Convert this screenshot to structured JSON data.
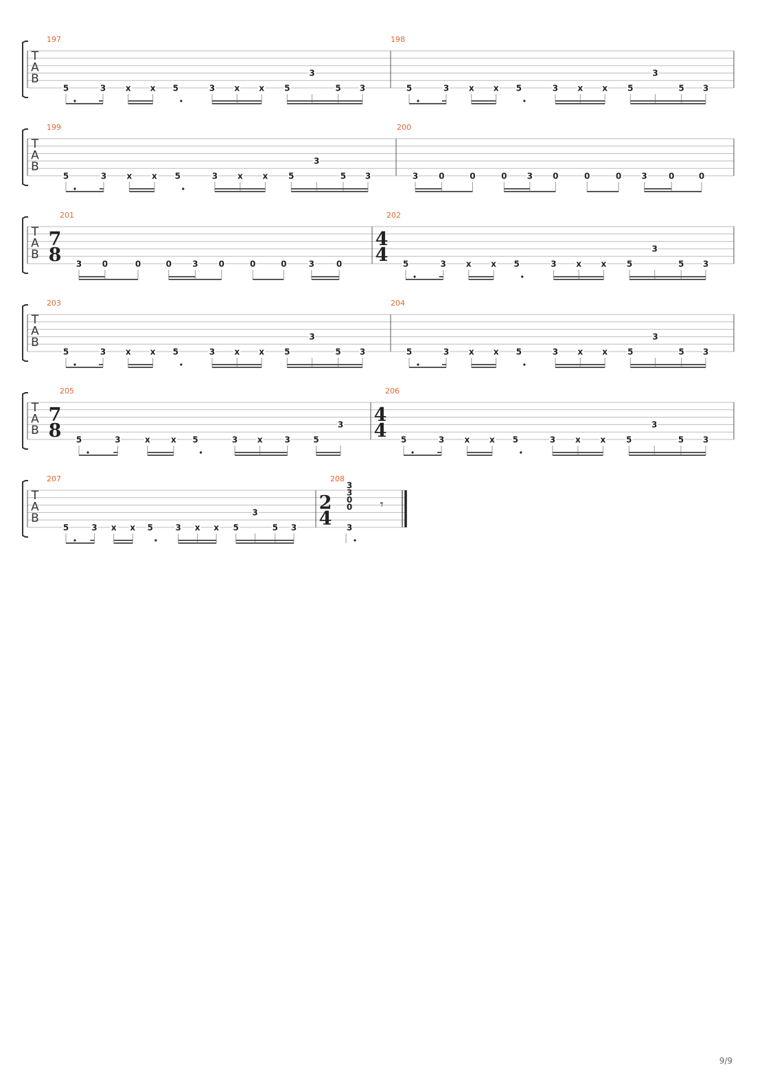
{
  "page_number": "9/9",
  "tab_labels": [
    "T",
    "A",
    "B"
  ],
  "rest_glyph": "𝄾",
  "systems": [
    {
      "measures": [
        {
          "number": "197",
          "beats": [
            {
              "n": [
                "5"
              ]
            },
            {
              "n": [
                "3"
              ]
            },
            {
              "n": [
                "x"
              ]
            },
            {
              "n": [
                "x"
              ]
            },
            {
              "n": [
                "5"
              ]
            },
            {
              "n": [
                "3"
              ]
            },
            {
              "n": [
                "x"
              ]
            },
            {
              "n": [
                "x"
              ]
            },
            {
              "n": [
                "5"
              ]
            },
            {
              "n": [
                "3"
              ],
              "hi": true
            },
            {
              "n": [
                "5"
              ]
            },
            {
              "n": [
                "3"
              ]
            }
          ],
          "beams": [
            [
              0,
              1,
              "dot"
            ],
            [
              2,
              3,
              "double"
            ],
            [
              4,
              4,
              "dotonly"
            ],
            [
              5,
              7,
              "double"
            ],
            [
              8,
              11,
              "double"
            ]
          ]
        },
        {
          "number": "198",
          "beats": [
            {
              "n": [
                "5"
              ]
            },
            {
              "n": [
                "3"
              ]
            },
            {
              "n": [
                "x"
              ]
            },
            {
              "n": [
                "x"
              ]
            },
            {
              "n": [
                "5"
              ]
            },
            {
              "n": [
                "3"
              ]
            },
            {
              "n": [
                "x"
              ]
            },
            {
              "n": [
                "x"
              ]
            },
            {
              "n": [
                "5"
              ]
            },
            {
              "n": [
                "3"
              ],
              "hi": true
            },
            {
              "n": [
                "5"
              ]
            },
            {
              "n": [
                "3"
              ]
            }
          ],
          "beams": [
            [
              0,
              1,
              "dot"
            ],
            [
              2,
              3,
              "double"
            ],
            [
              4,
              4,
              "dotonly"
            ],
            [
              5,
              7,
              "double"
            ],
            [
              8,
              11,
              "double"
            ]
          ]
        }
      ]
    },
    {
      "measures": [
        {
          "number": "199",
          "beats": [
            {
              "n": [
                "5"
              ]
            },
            {
              "n": [
                "3"
              ]
            },
            {
              "n": [
                "x"
              ]
            },
            {
              "n": [
                "x"
              ]
            },
            {
              "n": [
                "5"
              ]
            },
            {
              "n": [
                "3"
              ]
            },
            {
              "n": [
                "x"
              ]
            },
            {
              "n": [
                "x"
              ]
            },
            {
              "n": [
                "5"
              ]
            },
            {
              "n": [
                "3"
              ],
              "hi": true
            },
            {
              "n": [
                "5"
              ]
            },
            {
              "n": [
                "3"
              ]
            }
          ],
          "beams": [
            [
              0,
              1,
              "dot"
            ],
            [
              2,
              3,
              "double"
            ],
            [
              4,
              4,
              "dotonly"
            ],
            [
              5,
              7,
              "double"
            ],
            [
              8,
              11,
              "double"
            ]
          ]
        },
        {
          "number": "200",
          "beats": [
            {
              "n": [
                "3"
              ]
            },
            {
              "n": [
                "0"
              ]
            },
            {
              "n": [
                "0"
              ]
            },
            {
              "n": [
                "0"
              ]
            },
            {
              "n": [
                "3"
              ]
            },
            {
              "n": [
                "0"
              ]
            },
            {
              "n": [
                "0"
              ]
            },
            {
              "n": [
                "0"
              ]
            },
            {
              "n": [
                "3"
              ]
            },
            {
              "n": [
                "0"
              ]
            },
            {
              "n": [
                "0"
              ]
            }
          ],
          "beams": [
            [
              0,
              2,
              "mixed"
            ],
            [
              3,
              5,
              "mixed"
            ],
            [
              6,
              7,
              "single"
            ],
            [
              8,
              10,
              "mixed"
            ]
          ]
        }
      ]
    },
    {
      "measures": [
        {
          "number": "201",
          "time_sig": [
            "7",
            "8"
          ],
          "beats": [
            {
              "n": [
                "3"
              ]
            },
            {
              "n": [
                "0"
              ]
            },
            {
              "n": [
                "0"
              ]
            },
            {
              "n": [
                "0"
              ]
            },
            {
              "n": [
                "3"
              ]
            },
            {
              "n": [
                "0"
              ]
            },
            {
              "n": [
                "0"
              ]
            },
            {
              "n": [
                "0"
              ]
            },
            {
              "n": [
                "3"
              ]
            },
            {
              "n": [
                "0"
              ]
            }
          ],
          "beams": [
            [
              0,
              2,
              "mixed"
            ],
            [
              3,
              5,
              "mixed"
            ],
            [
              6,
              7,
              "single"
            ],
            [
              8,
              9,
              "double"
            ]
          ]
        },
        {
          "number": "202",
          "time_sig": [
            "4",
            "4"
          ],
          "beats": [
            {
              "n": [
                "5"
              ]
            },
            {
              "n": [
                "3"
              ]
            },
            {
              "n": [
                "x"
              ]
            },
            {
              "n": [
                "x"
              ]
            },
            {
              "n": [
                "5"
              ]
            },
            {
              "n": [
                "3"
              ]
            },
            {
              "n": [
                "x"
              ]
            },
            {
              "n": [
                "x"
              ]
            },
            {
              "n": [
                "5"
              ]
            },
            {
              "n": [
                "3"
              ],
              "hi": true
            },
            {
              "n": [
                "5"
              ]
            },
            {
              "n": [
                "3"
              ]
            }
          ],
          "beams": [
            [
              0,
              1,
              "dot"
            ],
            [
              2,
              3,
              "double"
            ],
            [
              4,
              4,
              "dotonly"
            ],
            [
              5,
              7,
              "double"
            ],
            [
              8,
              11,
              "double"
            ]
          ]
        }
      ]
    },
    {
      "measures": [
        {
          "number": "203",
          "beats": [
            {
              "n": [
                "5"
              ]
            },
            {
              "n": [
                "3"
              ]
            },
            {
              "n": [
                "x"
              ]
            },
            {
              "n": [
                "x"
              ]
            },
            {
              "n": [
                "5"
              ]
            },
            {
              "n": [
                "3"
              ]
            },
            {
              "n": [
                "x"
              ]
            },
            {
              "n": [
                "x"
              ]
            },
            {
              "n": [
                "5"
              ]
            },
            {
              "n": [
                "3"
              ],
              "hi": true
            },
            {
              "n": [
                "5"
              ]
            },
            {
              "n": [
                "3"
              ]
            }
          ],
          "beams": [
            [
              0,
              1,
              "dot"
            ],
            [
              2,
              3,
              "double"
            ],
            [
              4,
              4,
              "dotonly"
            ],
            [
              5,
              7,
              "double"
            ],
            [
              8,
              11,
              "double"
            ]
          ]
        },
        {
          "number": "204",
          "beats": [
            {
              "n": [
                "5"
              ]
            },
            {
              "n": [
                "3"
              ]
            },
            {
              "n": [
                "x"
              ]
            },
            {
              "n": [
                "x"
              ]
            },
            {
              "n": [
                "5"
              ]
            },
            {
              "n": [
                "3"
              ]
            },
            {
              "n": [
                "x"
              ]
            },
            {
              "n": [
                "x"
              ]
            },
            {
              "n": [
                "5"
              ]
            },
            {
              "n": [
                "3"
              ],
              "hi": true
            },
            {
              "n": [
                "5"
              ]
            },
            {
              "n": [
                "3"
              ]
            }
          ],
          "beams": [
            [
              0,
              1,
              "dot"
            ],
            [
              2,
              3,
              "double"
            ],
            [
              4,
              4,
              "dotonly"
            ],
            [
              5,
              7,
              "double"
            ],
            [
              8,
              11,
              "double"
            ]
          ]
        }
      ]
    },
    {
      "measures": [
        {
          "number": "205",
          "time_sig": [
            "7",
            "8"
          ],
          "beats": [
            {
              "n": [
                "5"
              ]
            },
            {
              "n": [
                "3"
              ]
            },
            {
              "n": [
                "x"
              ]
            },
            {
              "n": [
                "x"
              ]
            },
            {
              "n": [
                "5"
              ]
            },
            {
              "n": [
                "3"
              ]
            },
            {
              "n": [
                "x"
              ]
            },
            {
              "n": [
                "3"
              ]
            },
            {
              "n": [
                "5"
              ]
            },
            {
              "n": [
                "3"
              ],
              "hi": true
            }
          ],
          "beams": [
            [
              0,
              1,
              "dot"
            ],
            [
              2,
              3,
              "double"
            ],
            [
              4,
              4,
              "dotonly"
            ],
            [
              5,
              7,
              "double"
            ],
            [
              8,
              9,
              "double"
            ]
          ]
        },
        {
          "number": "206",
          "time_sig": [
            "4",
            "4"
          ],
          "beats": [
            {
              "n": [
                "5"
              ]
            },
            {
              "n": [
                "3"
              ]
            },
            {
              "n": [
                "x"
              ]
            },
            {
              "n": [
                "x"
              ]
            },
            {
              "n": [
                "5"
              ]
            },
            {
              "n": [
                "3"
              ]
            },
            {
              "n": [
                "x"
              ]
            },
            {
              "n": [
                "x"
              ]
            },
            {
              "n": [
                "5"
              ]
            },
            {
              "n": [
                "3"
              ],
              "hi": true
            },
            {
              "n": [
                "5"
              ]
            },
            {
              "n": [
                "3"
              ]
            }
          ],
          "beams": [
            [
              0,
              1,
              "dot"
            ],
            [
              2,
              3,
              "double"
            ],
            [
              4,
              4,
              "dotonly"
            ],
            [
              5,
              7,
              "double"
            ],
            [
              8,
              11,
              "double"
            ]
          ]
        }
      ]
    },
    {
      "final": true,
      "measures": [
        {
          "number": "207",
          "beats": [
            {
              "n": [
                "5"
              ]
            },
            {
              "n": [
                "3"
              ]
            },
            {
              "n": [
                "x"
              ]
            },
            {
              "n": [
                "x"
              ]
            },
            {
              "n": [
                "5"
              ]
            },
            {
              "n": [
                "3"
              ]
            },
            {
              "n": [
                "x"
              ]
            },
            {
              "n": [
                "x"
              ]
            },
            {
              "n": [
                "5"
              ]
            },
            {
              "n": [
                "3"
              ],
              "hi": true
            },
            {
              "n": [
                "5"
              ]
            },
            {
              "n": [
                "3"
              ]
            }
          ],
          "beams": [
            [
              0,
              1,
              "dot"
            ],
            [
              2,
              3,
              "double"
            ],
            [
              4,
              4,
              "dotonly"
            ],
            [
              5,
              7,
              "double"
            ],
            [
              8,
              11,
              "double"
            ]
          ]
        },
        {
          "number": "208",
          "time_sig": [
            "2",
            "4"
          ],
          "beats": [
            {
              "chord": [
                "3",
                "3",
                "0",
                "0",
                "",
                "3"
              ]
            },
            {
              "rest": true
            }
          ],
          "beams": [
            [
              0,
              0,
              "stemdot"
            ]
          ]
        }
      ]
    }
  ]
}
